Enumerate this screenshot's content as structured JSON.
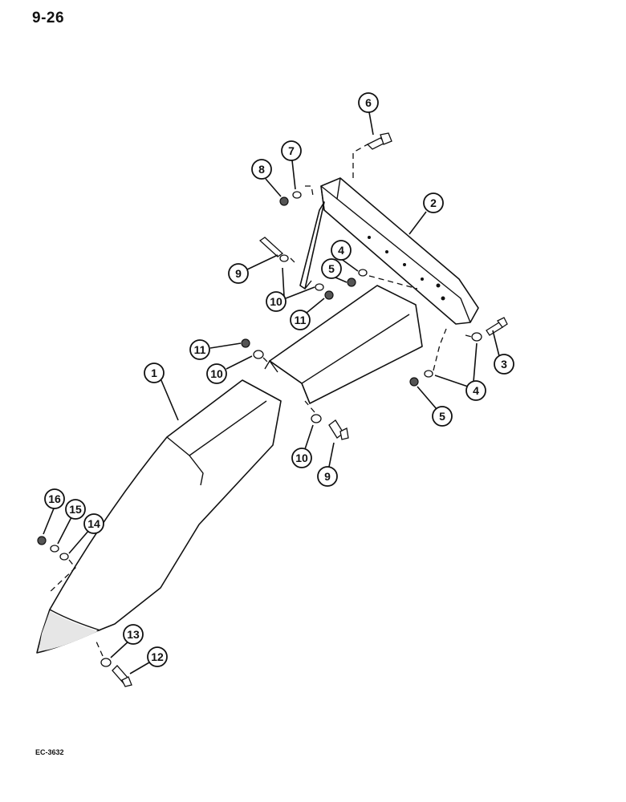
{
  "page": {
    "number": "9-26",
    "figure_code": "EC-3632"
  },
  "callouts": [
    {
      "id": "c1",
      "label": "1"
    },
    {
      "id": "c2",
      "label": "2"
    },
    {
      "id": "c3",
      "label": "3"
    },
    {
      "id": "c4a",
      "label": "4"
    },
    {
      "id": "c4b",
      "label": "4"
    },
    {
      "id": "c5a",
      "label": "5"
    },
    {
      "id": "c5b",
      "label": "5"
    },
    {
      "id": "c6",
      "label": "6"
    },
    {
      "id": "c7",
      "label": "7"
    },
    {
      "id": "c8",
      "label": "8"
    },
    {
      "id": "c9a",
      "label": "9"
    },
    {
      "id": "c9b",
      "label": "9"
    },
    {
      "id": "c10a",
      "label": "10"
    },
    {
      "id": "c10b",
      "label": "10"
    },
    {
      "id": "c10c",
      "label": "10"
    },
    {
      "id": "c11a",
      "label": "11"
    },
    {
      "id": "c11b",
      "label": "11"
    },
    {
      "id": "c12",
      "label": "12"
    },
    {
      "id": "c13",
      "label": "13"
    },
    {
      "id": "c14",
      "label": "14"
    },
    {
      "id": "c15",
      "label": "15"
    },
    {
      "id": "c16",
      "label": "16"
    }
  ]
}
